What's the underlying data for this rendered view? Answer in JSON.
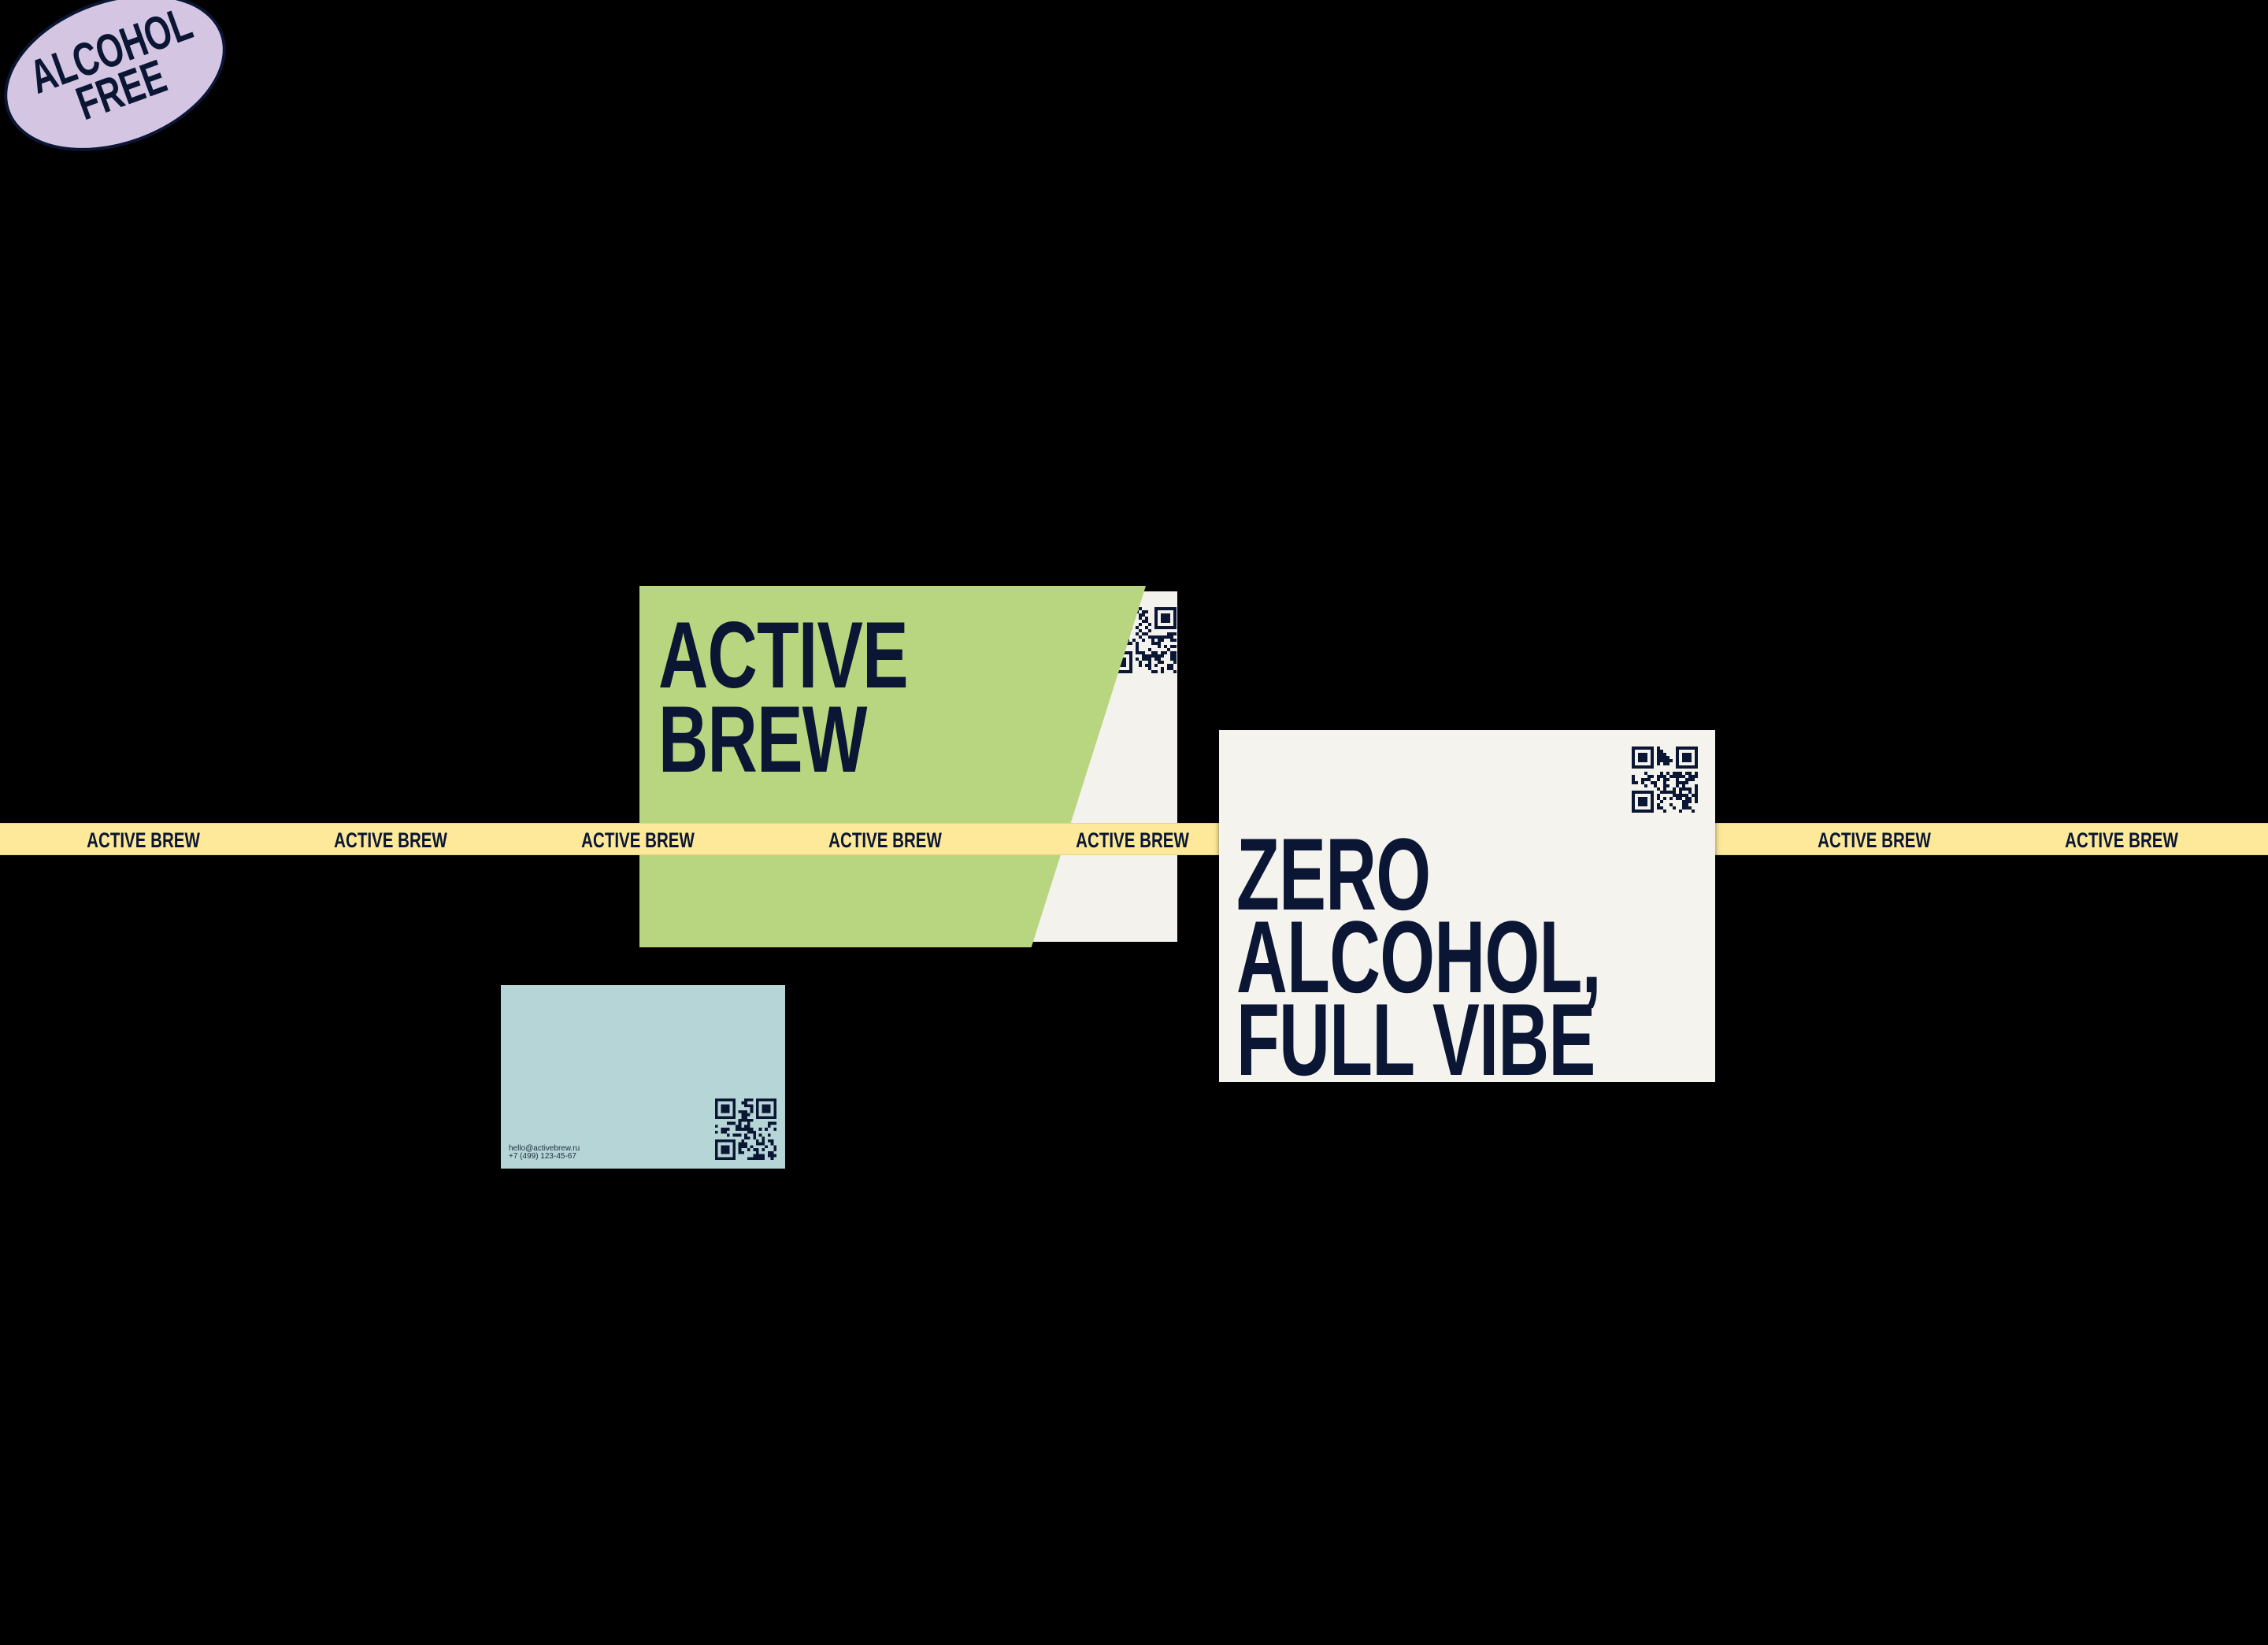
{
  "brand": "ACTIVE BREW",
  "green_card": {
    "line1": "ACTIVE",
    "line2": "BREW"
  },
  "tape": {
    "label": "ACTIVE BREW",
    "repeat": 9
  },
  "contact_card": {
    "email": "hello@activebrew.ru",
    "phone": "+7 (499) 123-45-67",
    "icon": "qr-code-icon"
  },
  "promo_card": {
    "line1": "ZERO",
    "line2": "ALCOHOL,",
    "line3": "FULL VIBE"
  },
  "badge": {
    "line1": "ALCOHOL",
    "line2": "FREE"
  },
  "colors": {
    "background": "#000000",
    "navy": "#0a1633",
    "green": "#b8d67f",
    "tape": "#fde999",
    "blue": "#b6d5d6",
    "cream": "#f4f3ee",
    "lilac": "#d4c6e3"
  }
}
